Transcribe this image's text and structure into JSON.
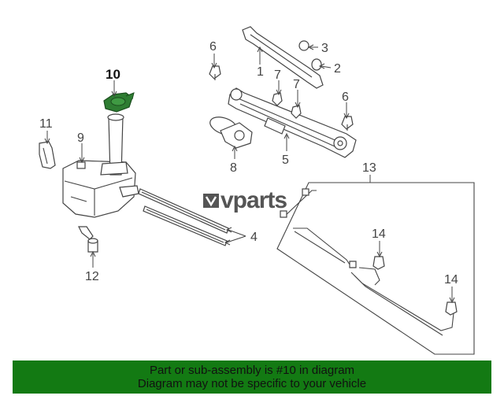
{
  "diagram": {
    "callouts": {
      "c1": "1",
      "c2": "2",
      "c3": "3",
      "c4": "4",
      "c5": "5",
      "c6a": "6",
      "c6b": "6",
      "c7a": "7",
      "c7b": "7",
      "c8": "8",
      "c9": "9",
      "c10": "10",
      "c11": "11",
      "c12": "12",
      "c13": "13",
      "c14a": "14",
      "c14b": "14"
    },
    "highlight_color": "#2e7d32"
  },
  "watermark": {
    "text": "vparts"
  },
  "banner": {
    "line1": "Part or sub-assembly is #10 in diagram",
    "line2": "Diagram may not be specific to your vehicle",
    "color": "#137a13"
  }
}
